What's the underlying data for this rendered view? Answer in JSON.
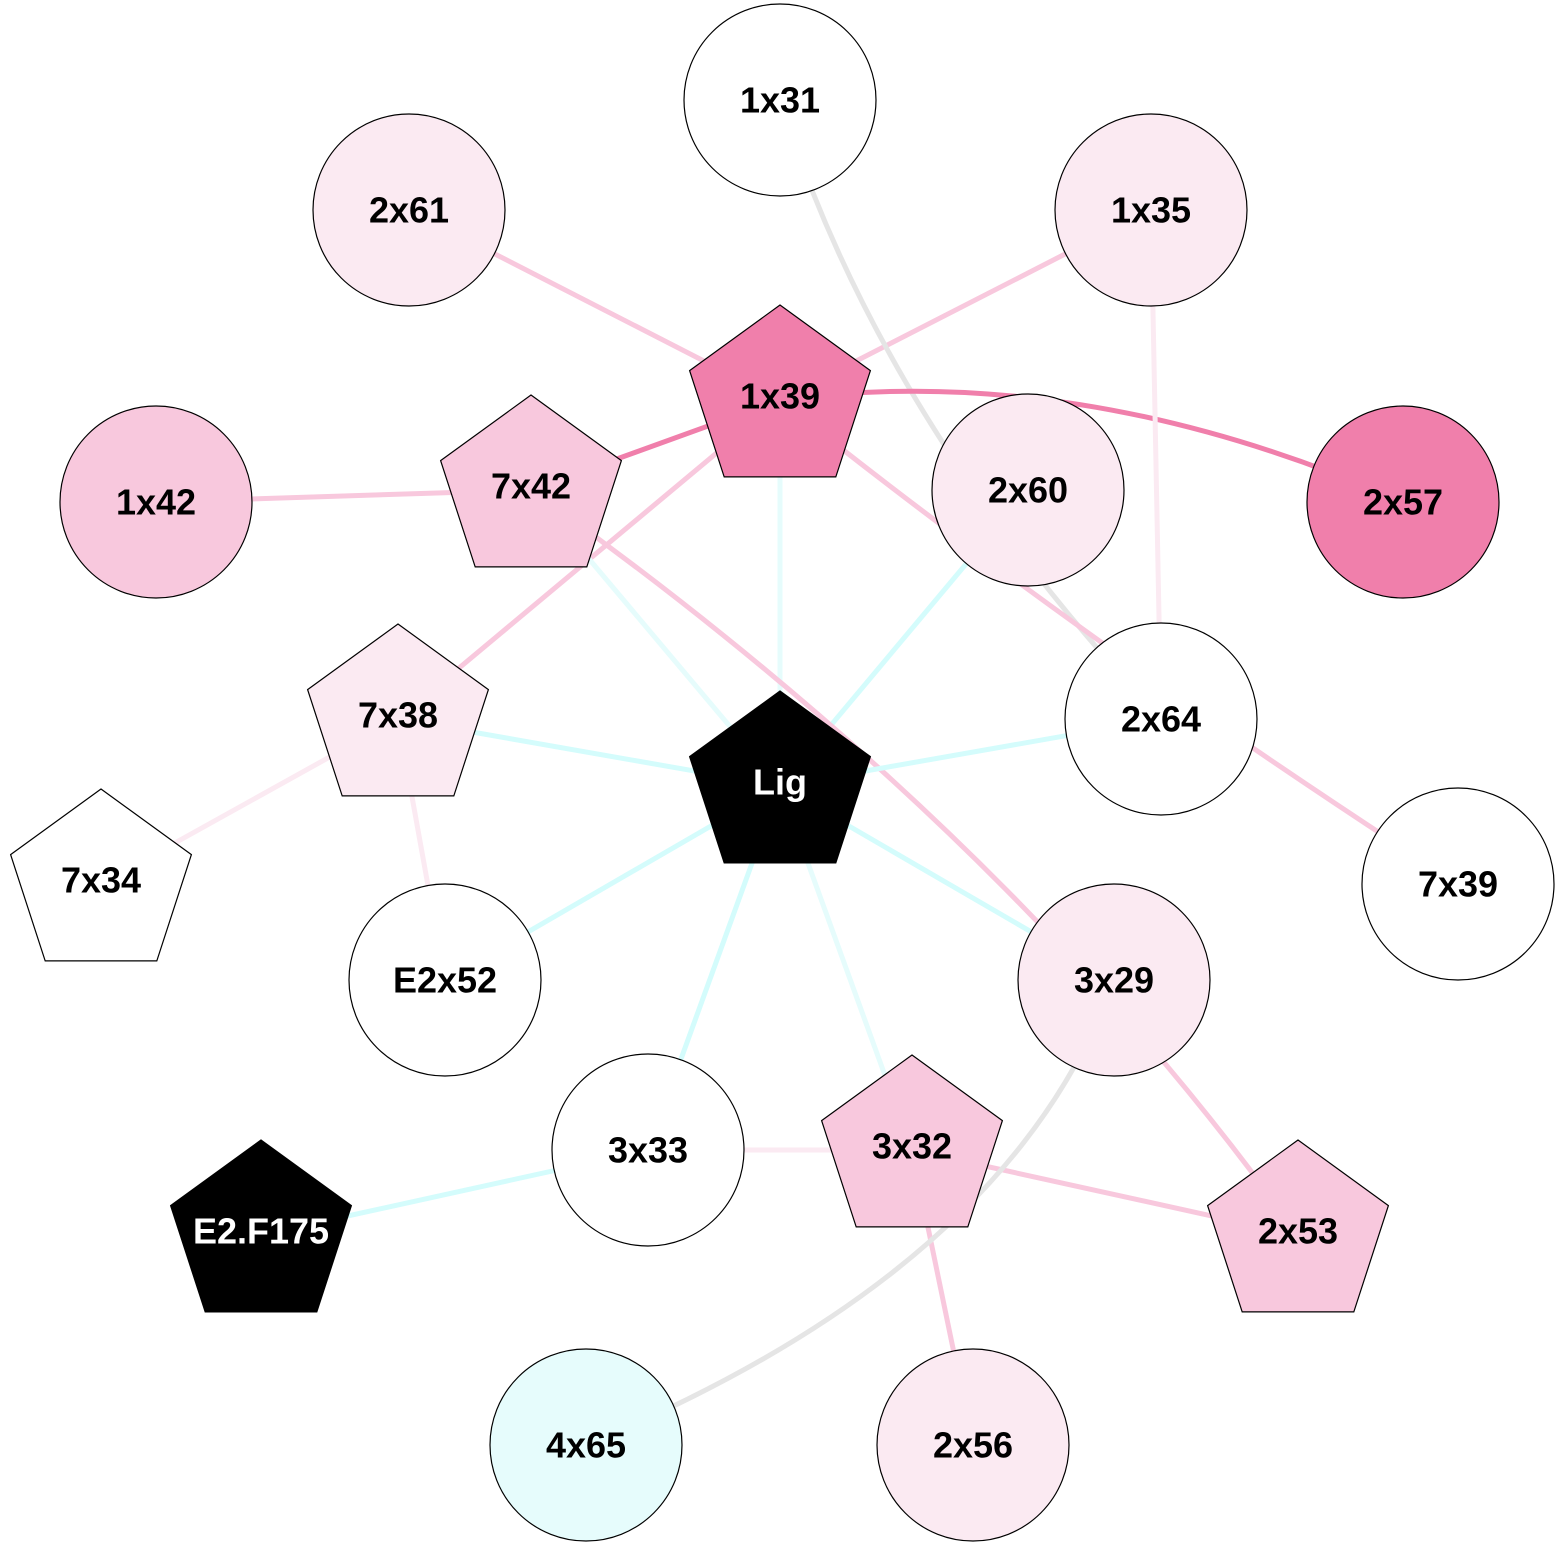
{
  "colors": {
    "dark_pink": "#f07fab",
    "pink": "#f8c8dd",
    "light_pink": "#fbeaf2",
    "white": "#ffffff",
    "cyan": "#d4fcfc",
    "light_cyan": "#e6fcfc",
    "gray": "#e5e5e5",
    "black": "#000000"
  },
  "nodes": [
    {
      "id": "1x31",
      "label": "1x31",
      "shape": "circle",
      "fill": "#ffffff"
    },
    {
      "id": "2x61",
      "label": "2x61",
      "shape": "circle",
      "fill": "#fbeaf2"
    },
    {
      "id": "1x35",
      "label": "1x35",
      "shape": "circle",
      "fill": "#fbeaf2"
    },
    {
      "id": "1x39",
      "label": "1x39",
      "shape": "pentagon",
      "fill": "#f07fab"
    },
    {
      "id": "7x42",
      "label": "7x42",
      "shape": "pentagon",
      "fill": "#f8c8dd"
    },
    {
      "id": "1x42",
      "label": "1x42",
      "shape": "circle",
      "fill": "#f8c8dd"
    },
    {
      "id": "2x60",
      "label": "2x60",
      "shape": "circle",
      "fill": "#fbeaf2"
    },
    {
      "id": "2x57",
      "label": "2x57",
      "shape": "circle",
      "fill": "#f07fab"
    },
    {
      "id": "7x38",
      "label": "7x38",
      "shape": "pentagon",
      "fill": "#fbeaf2"
    },
    {
      "id": "2x64",
      "label": "2x64",
      "shape": "circle",
      "fill": "#ffffff"
    },
    {
      "id": "Lig",
      "label": "Lig",
      "shape": "pentagon",
      "fill": "#000000",
      "text": "#ffffff"
    },
    {
      "id": "7x34",
      "label": "7x34",
      "shape": "pentagon",
      "fill": "#ffffff"
    },
    {
      "id": "7x39",
      "label": "7x39",
      "shape": "circle",
      "fill": "#ffffff"
    },
    {
      "id": "E2x52",
      "label": "E2x52",
      "shape": "circle",
      "fill": "#ffffff"
    },
    {
      "id": "3x29",
      "label": "3x29",
      "shape": "circle",
      "fill": "#fbeaf2"
    },
    {
      "id": "3x33",
      "label": "3x33",
      "shape": "circle",
      "fill": "#ffffff"
    },
    {
      "id": "3x32",
      "label": "3x32",
      "shape": "pentagon",
      "fill": "#f8c8dd"
    },
    {
      "id": "E2.F175",
      "label": "E2.F175",
      "shape": "pentagon",
      "fill": "#000000",
      "text": "#ffffff"
    },
    {
      "id": "2x53",
      "label": "2x53",
      "shape": "pentagon",
      "fill": "#f8c8dd"
    },
    {
      "id": "4x65",
      "label": "4x65",
      "shape": "circle",
      "fill": "#e6fcfc"
    },
    {
      "id": "2x56",
      "label": "2x56",
      "shape": "circle",
      "fill": "#fbeaf2"
    }
  ],
  "edges": [
    {
      "source": "2x61",
      "target": "1x39",
      "color": "#f8c8dd"
    },
    {
      "source": "1x35",
      "target": "1x39",
      "color": "#f8c8dd"
    },
    {
      "source": "1x31",
      "target": "2x64",
      "color": "#e5e5e5"
    },
    {
      "source": "1x39",
      "target": "2x57",
      "color": "#f07fab"
    },
    {
      "source": "1x39",
      "target": "7x42",
      "color": "#f07fab"
    },
    {
      "source": "1x42",
      "target": "7x42",
      "color": "#f8c8dd"
    },
    {
      "source": "1x39",
      "target": "7x38",
      "color": "#f8c8dd"
    },
    {
      "source": "1x39",
      "target": "7x39",
      "color": "#f8c8dd"
    },
    {
      "source": "1x39",
      "target": "Lig",
      "color": "#e6fcfc"
    },
    {
      "source": "1x35",
      "target": "2x64",
      "color": "#fbeaf2"
    },
    {
      "source": "7x42",
      "target": "Lig",
      "color": "#e6fcfc"
    },
    {
      "source": "2x60",
      "target": "Lig",
      "color": "#d4fcfc"
    },
    {
      "source": "7x42",
      "target": "2x53",
      "color": "#f8c8dd"
    },
    {
      "source": "7x38",
      "target": "Lig",
      "color": "#d4fcfc"
    },
    {
      "source": "2x64",
      "target": "Lig",
      "color": "#d4fcfc"
    },
    {
      "source": "7x38",
      "target": "7x34",
      "color": "#fbeaf2"
    },
    {
      "source": "7x38",
      "target": "E2x52",
      "color": "#fbeaf2"
    },
    {
      "source": "E2x52",
      "target": "Lig",
      "color": "#d4fcfc"
    },
    {
      "source": "Lig",
      "target": "3x29",
      "color": "#d4fcfc"
    },
    {
      "source": "Lig",
      "target": "3x33",
      "color": "#d4fcfc"
    },
    {
      "source": "Lig",
      "target": "3x32",
      "color": "#e6fcfc"
    },
    {
      "source": "3x33",
      "target": "3x32",
      "color": "#fbeaf2"
    },
    {
      "source": "3x33",
      "target": "E2.F175",
      "color": "#d4fcfc"
    },
    {
      "source": "3x32",
      "target": "2x53",
      "color": "#f8c8dd"
    },
    {
      "source": "3x32",
      "target": "2x56",
      "color": "#f8c8dd"
    },
    {
      "source": "3x29",
      "target": "4x65",
      "color": "#e5e5e5"
    }
  ]
}
